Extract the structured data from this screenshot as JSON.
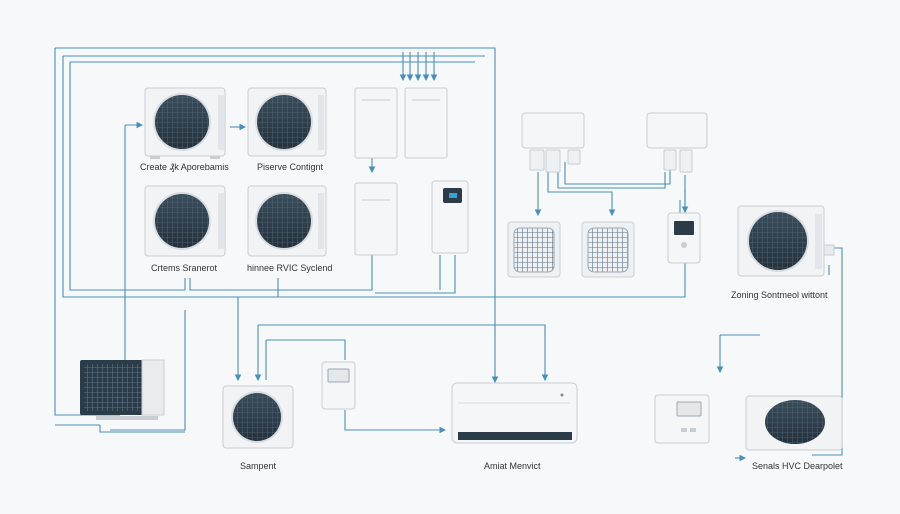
{
  "labels": {
    "unit1": "Create ₰k Aporebamis",
    "unit2": "Piserve Contignt",
    "unit3": "Crtems Sranerot",
    "unit4": "hinnee RVIC Syclend",
    "right_outdoor": "Zoning Sontmeol wittont",
    "bottom_left_unit": "Sampent",
    "indoor_unit": "Amiat Menvict",
    "bottom_right_unit": "Senals HVC Dearpolet"
  },
  "colors": {
    "wire": "#4a8fb8",
    "unit_fill": "#f1f3f5",
    "unit_stroke": "#c9ced3",
    "fan": "#2e3d4a",
    "screen": "#2b3b48",
    "display_blue": "#3aa0d8"
  }
}
